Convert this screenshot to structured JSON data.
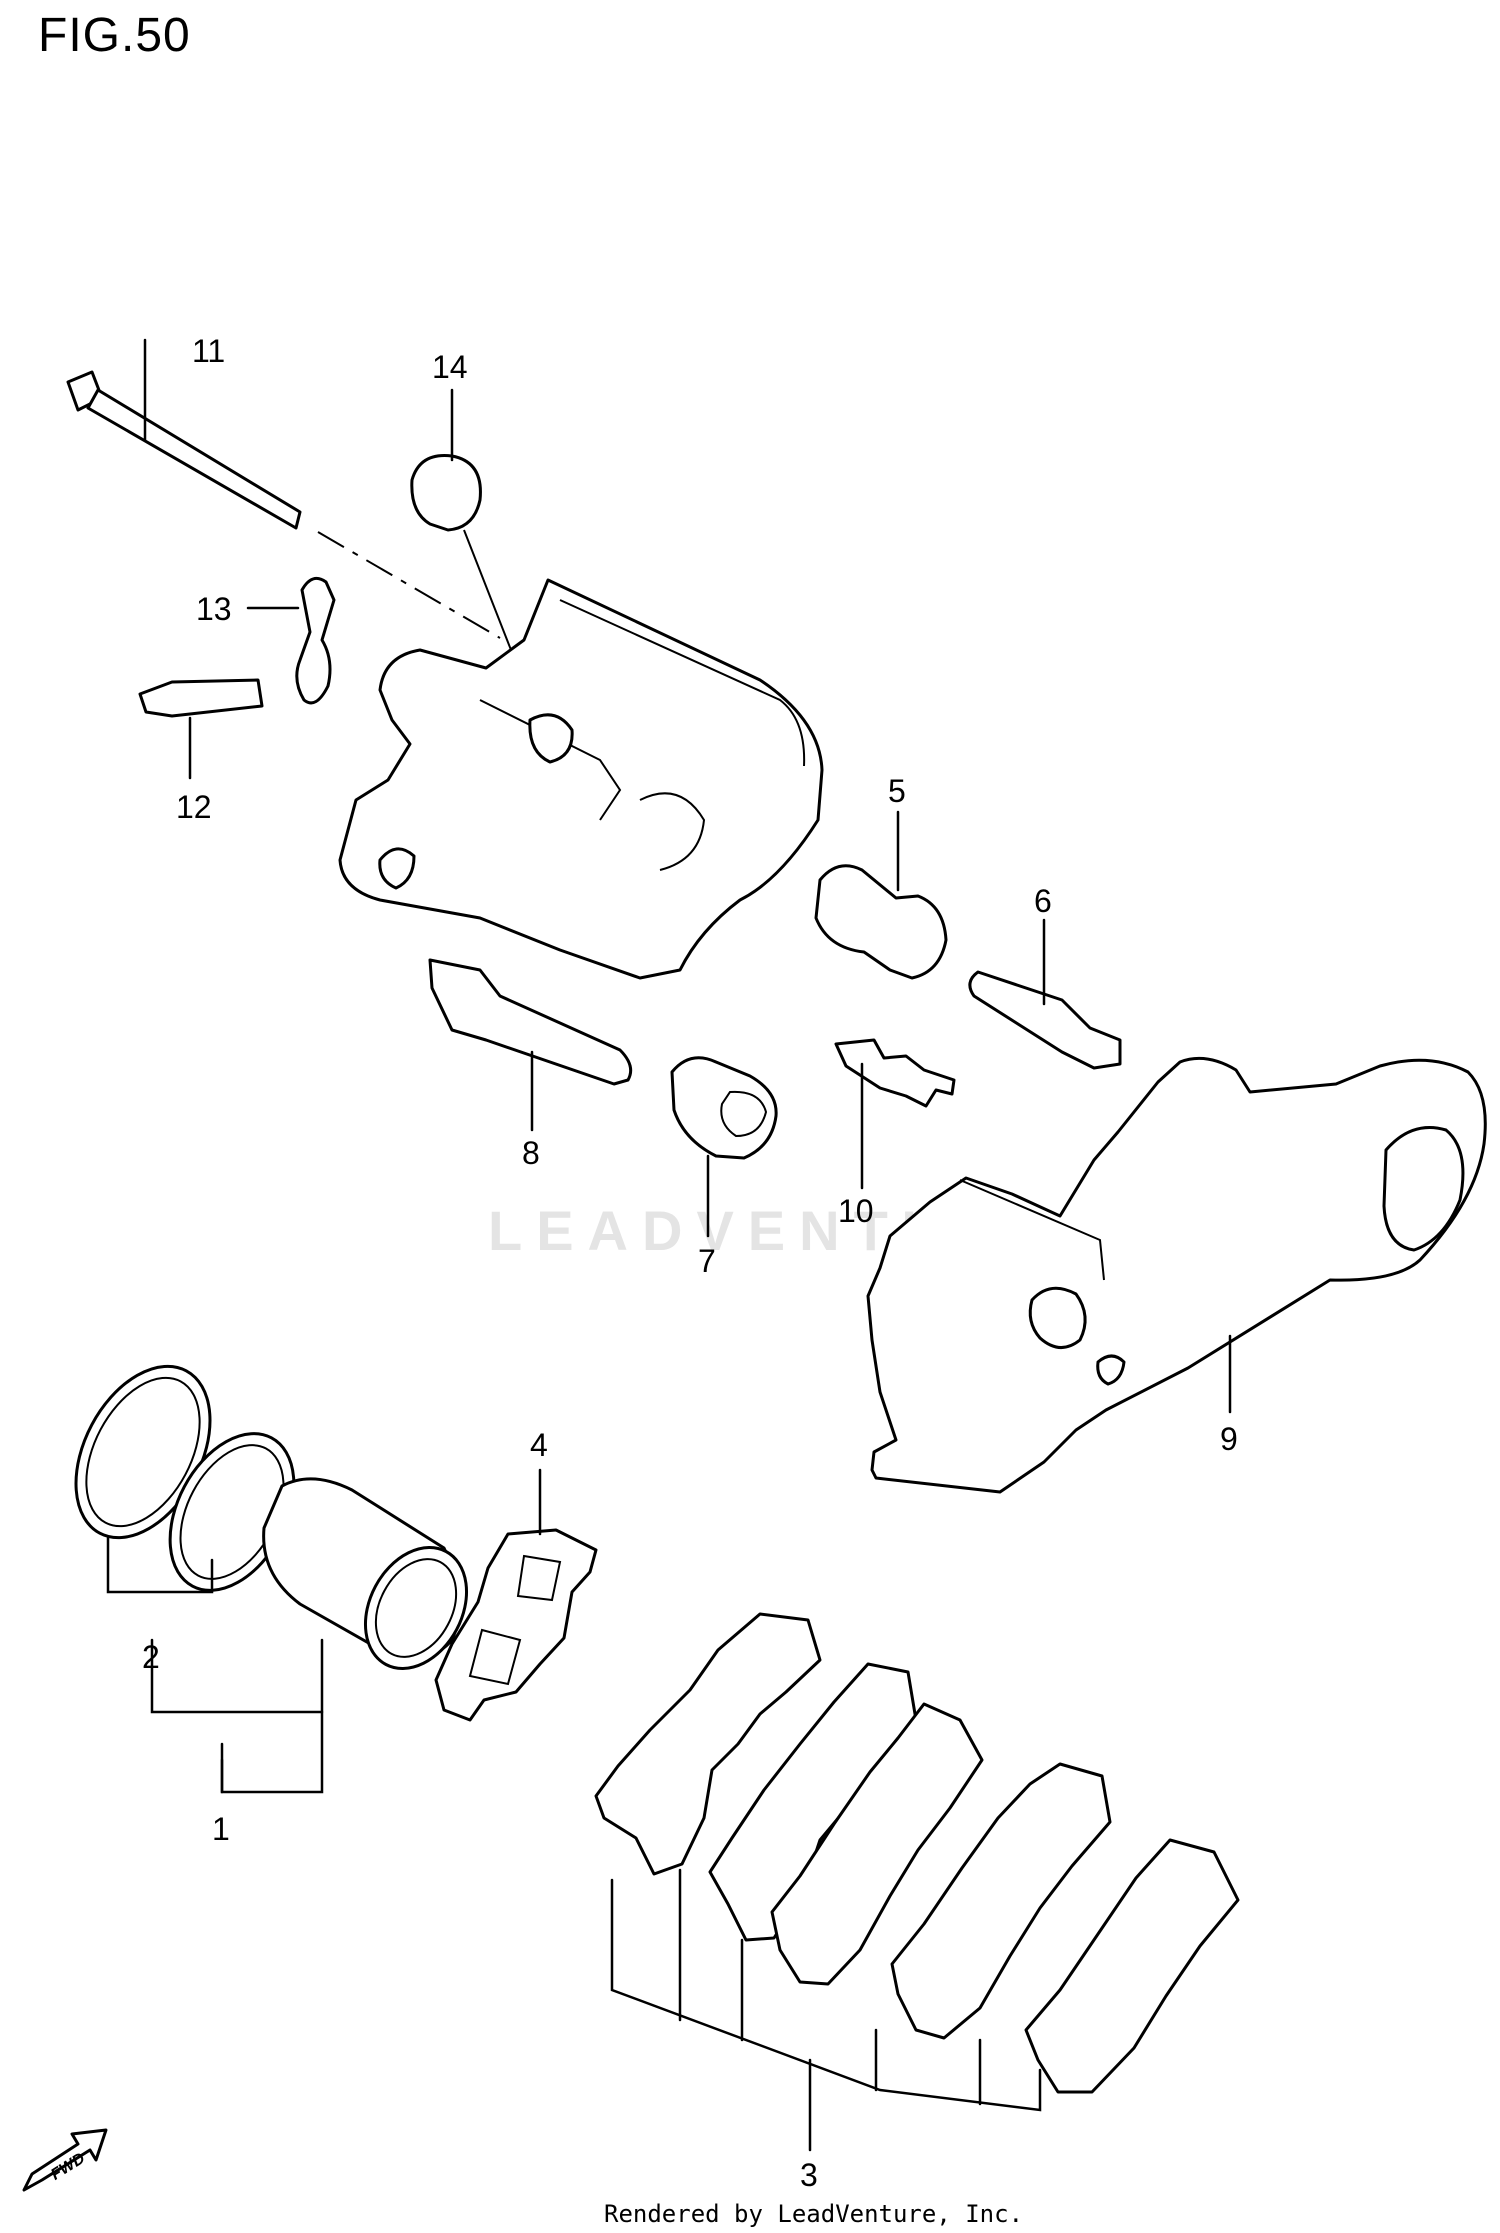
{
  "figure": {
    "title": "FIG.50"
  },
  "watermark": {
    "text": "LEADVENTURE"
  },
  "footer": {
    "text": "Rendered by LeadVenture, Inc."
  },
  "fwd": {
    "label": "FWD",
    "icon": "forward-arrow-icon"
  },
  "callouts": {
    "c1": "1",
    "c2": "2",
    "c3": "3",
    "c4": "4",
    "c5": "5",
    "c6": "6",
    "c7": "7",
    "c8": "8",
    "c9": "9",
    "c10": "10",
    "c11": "11",
    "c12": "12",
    "c13": "13",
    "c14": "14"
  }
}
